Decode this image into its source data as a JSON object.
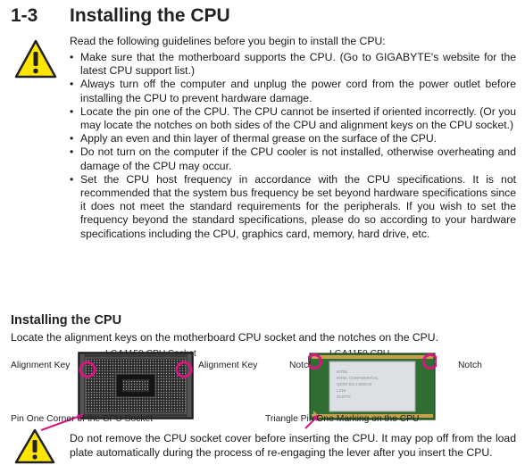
{
  "section": {
    "number": "1-3",
    "title": "Installing the CPU"
  },
  "intro": "Read the following guidelines before you begin to install the CPU:",
  "guidelines": [
    "Make sure that the motherboard supports the CPU. (Go to GIGABYTE's website for the latest CPU support list.)",
    "Always turn off the computer and unplug the power cord from the power outlet before installing the CPU to prevent hardware damage.",
    "Locate the pin one of the CPU. The CPU cannot be inserted if oriented incorrectly. (Or you may locate the notches on both sides of the CPU and alignment keys on the CPU socket.)",
    "Apply an even and thin layer of thermal grease on the surface of the CPU.",
    "Do not turn on the computer if the CPU cooler is not installed, otherwise overheating and damage of the CPU may occur.",
    "Set the CPU host frequency in accordance with the CPU specifications. It is not recommended that the system bus frequency be set beyond hardware specifications since it does not meet the standard requirements for the peripherals. If you wish to set the frequency beyond the standard specifications, please do so according to your hardware specifications including the CPU, graphics card, memory, hard drive, etc."
  ],
  "installing": {
    "title": "Installing the CPU",
    "text": "Locate the alignment keys on the motherboard CPU socket and the notches on the CPU."
  },
  "socket_figure": {
    "title": "LGA1150 CPU Socket",
    "left_label": "Alignment Key",
    "right_label": "Alignment Key",
    "bottom_label": "Pin One Corner of the CPU Socket"
  },
  "cpu_figure": {
    "title": "LGA1150 CPU",
    "left_label": "Notch",
    "right_label": "Notch",
    "bottom_label": "Triangle Pin One Marking on the CPU",
    "chip_markings": [
      "INTEL",
      "INTEL CONFIDENTIAL",
      "QDNT ES 2.00GHZ",
      "L316",
      "313F7C"
    ]
  },
  "bottom_note": "Do not remove the CPU socket cover before inserting the CPU. It may pop off from the load plate automatically during the process of re-engaging the lever after you insert the CPU.",
  "colors": {
    "warning_yellow": "#ffe600",
    "highlight_circle": "#d6177e",
    "heading": "#222222"
  },
  "icons": {
    "warning": "warning-triangle-icon"
  }
}
